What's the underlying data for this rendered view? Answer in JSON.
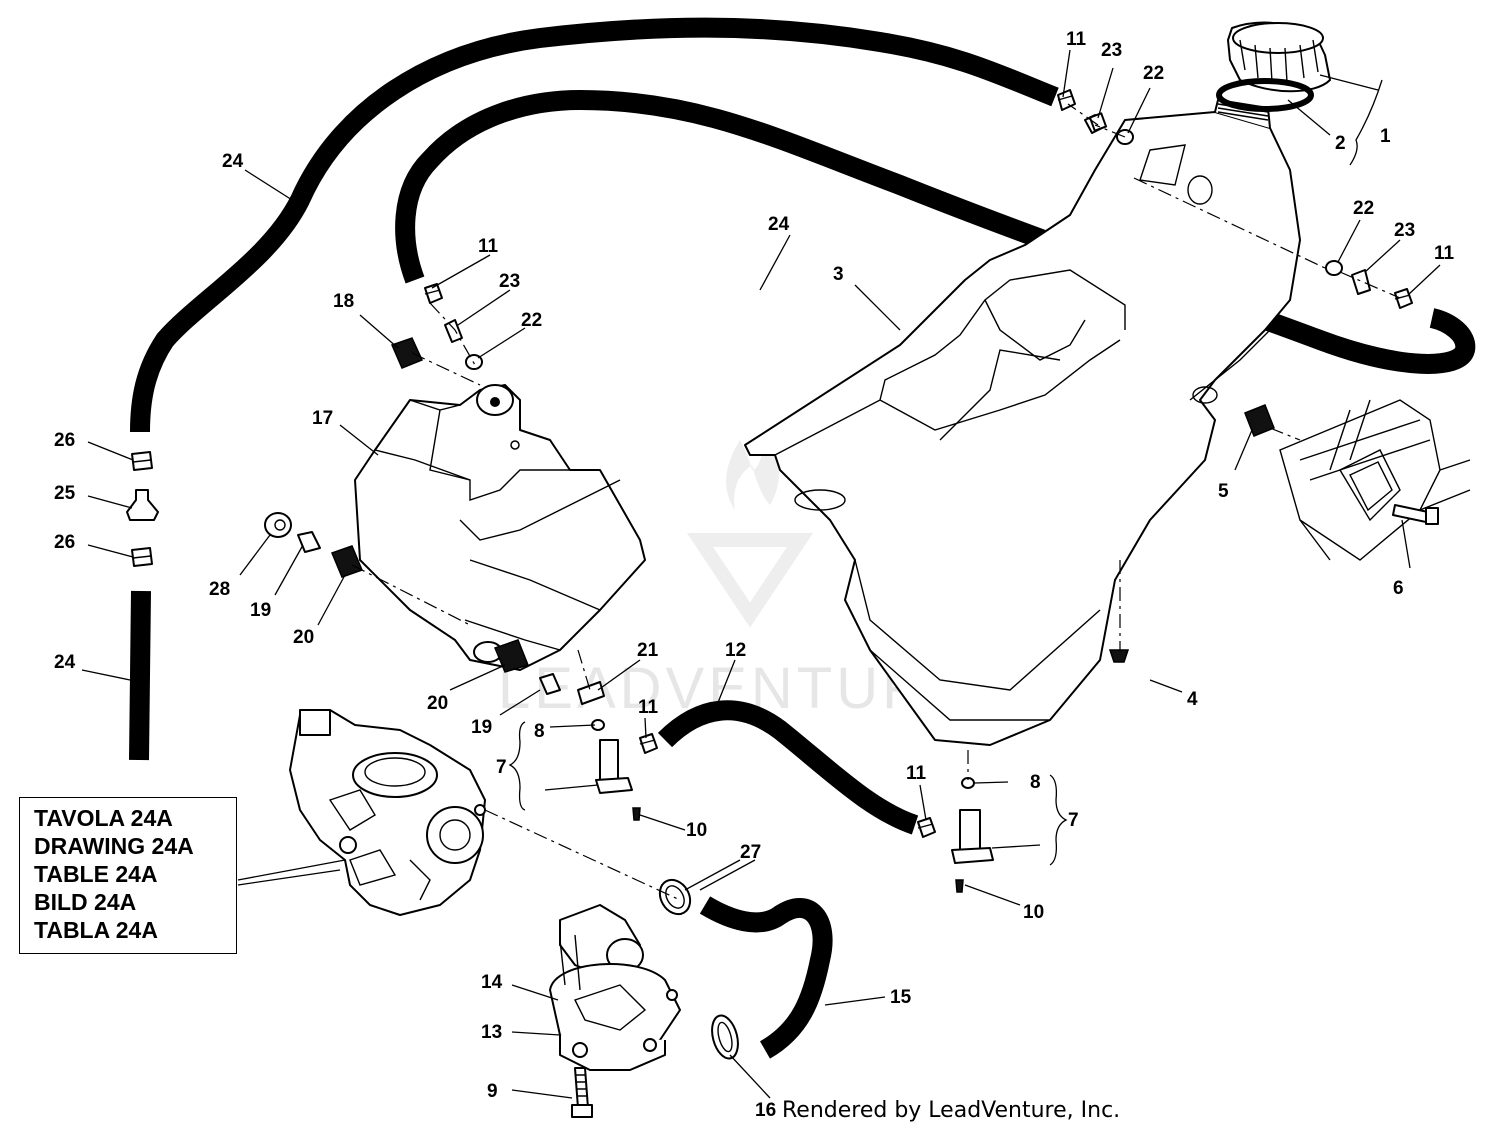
{
  "reference_box": {
    "lines": [
      "TAVOLA 24A",
      "DRAWING 24A",
      "TABLE 24A",
      "BILD 24A",
      "TABLA 24A"
    ]
  },
  "footer": "Rendered by LeadVenture, Inc.",
  "watermark": "LEADVENTURE",
  "callouts": {
    "c1": "1",
    "c2": "2",
    "c3": "3",
    "c4": "4",
    "c5": "5",
    "c6": "6",
    "c7a": "7",
    "c7b": "7",
    "c8a": "8",
    "c8b": "8",
    "c9": "9",
    "c10a": "10",
    "c10b": "10",
    "c11a": "11",
    "c11b": "11",
    "c11c": "11",
    "c11d": "11",
    "c11e": "11",
    "c12": "12",
    "c13": "13",
    "c14": "14",
    "c15": "15",
    "c16": "16",
    "c17": "17",
    "c18": "18",
    "c19a": "19",
    "c19b": "19",
    "c20a": "20",
    "c20b": "20",
    "c21": "21",
    "c22a": "22",
    "c22b": "22",
    "c22c": "22",
    "c23a": "23",
    "c23b": "23",
    "c23c": "23",
    "c24a": "24",
    "c24b": "24",
    "c24c": "24",
    "c25": "25",
    "c26a": "26",
    "c26b": "26",
    "c27": "27",
    "c28": "28"
  }
}
